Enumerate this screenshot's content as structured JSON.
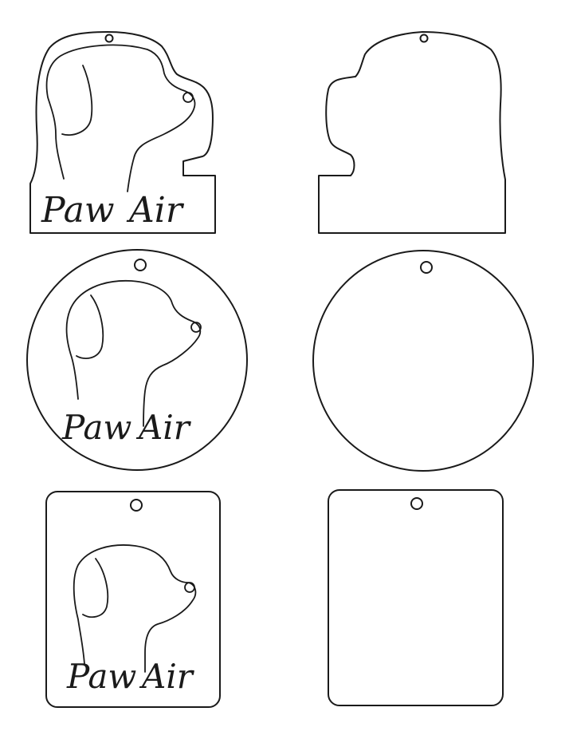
{
  "brand": {
    "word1": "Paw",
    "word2": "Air"
  },
  "colors": {
    "stroke": "#1a1a1a",
    "background": "#ffffff"
  },
  "templates": [
    {
      "shape": "dog-head",
      "side": "front",
      "engraved": true
    },
    {
      "shape": "dog-head",
      "side": "back",
      "engraved": false
    },
    {
      "shape": "circle",
      "side": "front",
      "engraved": true
    },
    {
      "shape": "circle",
      "side": "back",
      "engraved": false
    },
    {
      "shape": "rounded-rectangle",
      "side": "front",
      "engraved": true
    },
    {
      "shape": "rounded-rectangle",
      "side": "back",
      "engraved": false
    }
  ]
}
